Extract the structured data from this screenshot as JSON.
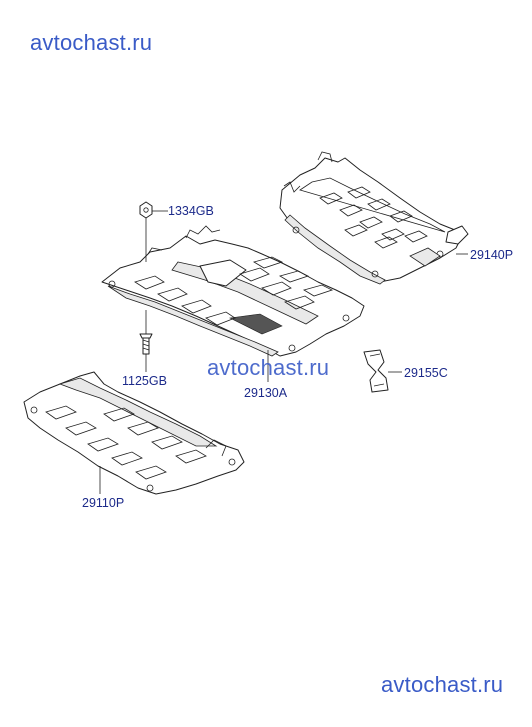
{
  "watermarks": {
    "top": "avtochast.ru",
    "middle": "avtochast.ru",
    "bottom": "avtochast.ru"
  },
  "parts": {
    "bolt_nut": "1334GB",
    "rear_cover": "29140P",
    "bolt_screw": "1125GB",
    "center_cover": "29130A",
    "bracket": "29155C",
    "front_cover": "29110P"
  },
  "colors": {
    "watermark": "#3a5bc7",
    "label": "#1c2a8a",
    "line": "#222222"
  }
}
